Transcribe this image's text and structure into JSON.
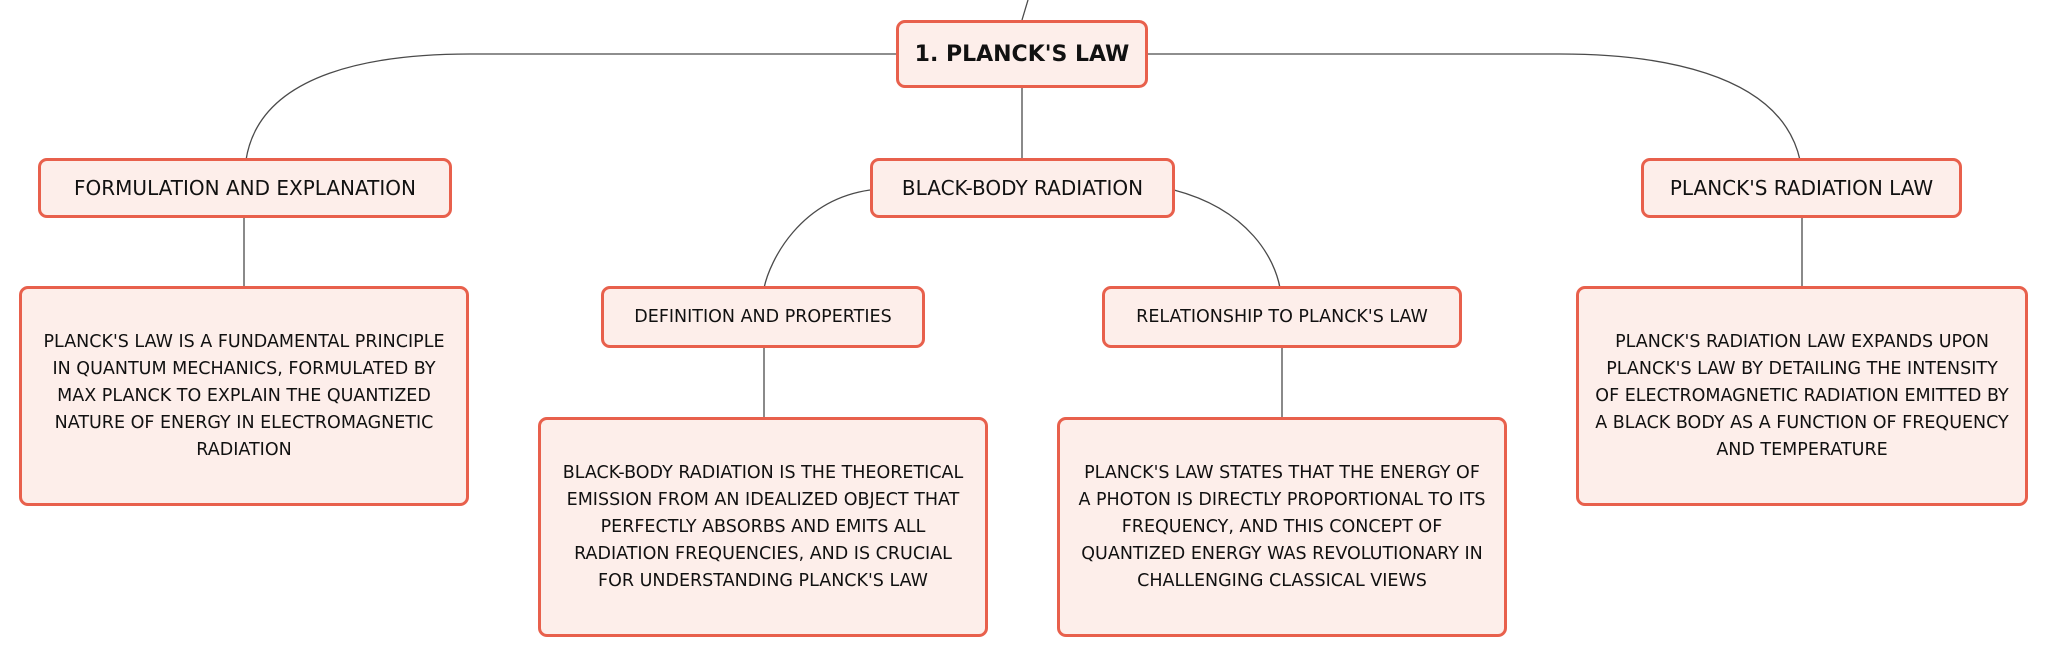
{
  "root": {
    "title": "1. PLANCK'S LAW"
  },
  "branches": {
    "formulation": {
      "label": "FORMULATION AND EXPLANATION",
      "text": "PLANCK'S LAW IS A FUNDAMENTAL PRINCIPLE IN QUANTUM MECHANICS, FORMULATED BY MAX PLANCK TO EXPLAIN THE QUANTIZED NATURE OF ENERGY IN ELECTROMAGNETIC RADIATION"
    },
    "black_body": {
      "label": "BLACK-BODY RADIATION",
      "definition": {
        "label": "DEFINITION AND PROPERTIES",
        "text": "BLACK-BODY RADIATION IS THE THEORETICAL EMISSION FROM AN IDEALIZED OBJECT THAT PERFECTLY ABSORBS AND EMITS ALL RADIATION FREQUENCIES, AND IS CRUCIAL FOR UNDERSTANDING PLANCK'S LAW"
      },
      "relationship": {
        "label": "RELATIONSHIP TO PLANCK'S LAW",
        "text": "PLANCK'S LAW STATES THAT THE ENERGY OF A PHOTON IS DIRECTLY PROPORTIONAL TO ITS FREQUENCY, AND THIS CONCEPT OF QUANTIZED ENERGY WAS REVOLUTIONARY IN CHALLENGING CLASSICAL VIEWS"
      }
    },
    "radiation_law": {
      "label": "PLANCK'S RADIATION LAW",
      "text": "PLANCK'S RADIATION LAW EXPANDS UPON PLANCK'S LAW BY DETAILING THE INTENSITY OF ELECTROMAGNETIC RADIATION EMITTED BY A BLACK BODY AS A FUNCTION OF FREQUENCY AND TEMPERATURE"
    }
  },
  "colors": {
    "node_border": "#e8604c",
    "node_fill": "#fdeeea",
    "connector": "#4a4a4a"
  }
}
